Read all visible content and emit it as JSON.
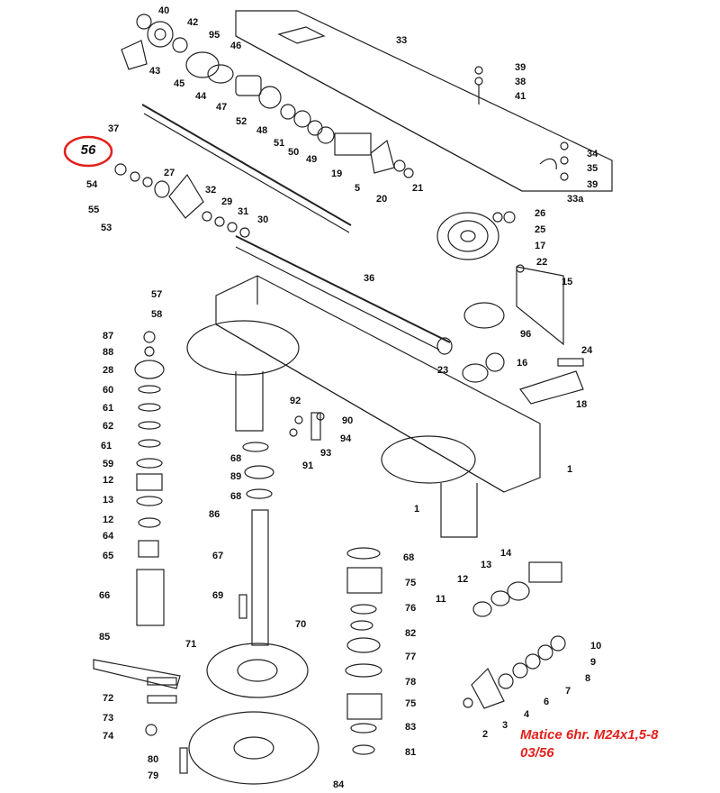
{
  "highlight": {
    "label": "56",
    "color": "#e3211c"
  },
  "caption": {
    "line1": "Matice 6hr. M24x1,5-8",
    "line2": "03/56",
    "color": "#e3211c"
  },
  "part_numbers": [
    {
      "id": "p40",
      "n": "40"
    },
    {
      "id": "p42",
      "n": "42"
    },
    {
      "id": "p95",
      "n": "95"
    },
    {
      "id": "p46",
      "n": "46"
    },
    {
      "id": "p43",
      "n": "43"
    },
    {
      "id": "p45",
      "n": "45"
    },
    {
      "id": "p44",
      "n": "44"
    },
    {
      "id": "p47",
      "n": "47"
    },
    {
      "id": "p52",
      "n": "52"
    },
    {
      "id": "p48",
      "n": "48"
    },
    {
      "id": "p51",
      "n": "51"
    },
    {
      "id": "p50",
      "n": "50"
    },
    {
      "id": "p49",
      "n": "49"
    },
    {
      "id": "p33",
      "n": "33"
    },
    {
      "id": "p39a",
      "n": "39"
    },
    {
      "id": "p38",
      "n": "38"
    },
    {
      "id": "p41",
      "n": "41"
    },
    {
      "id": "p37",
      "n": "37"
    },
    {
      "id": "p19",
      "n": "19"
    },
    {
      "id": "p5",
      "n": "5"
    },
    {
      "id": "p20",
      "n": "20"
    },
    {
      "id": "p21",
      "n": "21"
    },
    {
      "id": "p34",
      "n": "34"
    },
    {
      "id": "p35",
      "n": "35"
    },
    {
      "id": "p39b",
      "n": "39"
    },
    {
      "id": "p33a",
      "n": "33a"
    },
    {
      "id": "p54",
      "n": "54"
    },
    {
      "id": "p27",
      "n": "27"
    },
    {
      "id": "p32",
      "n": "32"
    },
    {
      "id": "p29",
      "n": "29"
    },
    {
      "id": "p31",
      "n": "31"
    },
    {
      "id": "p30",
      "n": "30"
    },
    {
      "id": "p55",
      "n": "55"
    },
    {
      "id": "p53",
      "n": "53"
    },
    {
      "id": "p26",
      "n": "26"
    },
    {
      "id": "p25",
      "n": "25"
    },
    {
      "id": "p17",
      "n": "17"
    },
    {
      "id": "p22",
      "n": "22"
    },
    {
      "id": "p15",
      "n": "15"
    },
    {
      "id": "p36",
      "n": "36"
    },
    {
      "id": "p57",
      "n": "57"
    },
    {
      "id": "p58",
      "n": "58"
    },
    {
      "id": "p96",
      "n": "96"
    },
    {
      "id": "p24",
      "n": "24"
    },
    {
      "id": "p16",
      "n": "16"
    },
    {
      "id": "p23",
      "n": "23"
    },
    {
      "id": "p18",
      "n": "18"
    },
    {
      "id": "p87",
      "n": "87"
    },
    {
      "id": "p88",
      "n": "88"
    },
    {
      "id": "p28",
      "n": "28"
    },
    {
      "id": "p60",
      "n": "60"
    },
    {
      "id": "p61a",
      "n": "61"
    },
    {
      "id": "p62",
      "n": "62"
    },
    {
      "id": "p61b",
      "n": "61"
    },
    {
      "id": "p59",
      "n": "59"
    },
    {
      "id": "p12a",
      "n": "12"
    },
    {
      "id": "p13a",
      "n": "13"
    },
    {
      "id": "p12b",
      "n": "12"
    },
    {
      "id": "p64",
      "n": "64"
    },
    {
      "id": "p65",
      "n": "65"
    },
    {
      "id": "p66",
      "n": "66"
    },
    {
      "id": "p92",
      "n": "92"
    },
    {
      "id": "p90",
      "n": "90"
    },
    {
      "id": "p94",
      "n": "94"
    },
    {
      "id": "p93",
      "n": "93"
    },
    {
      "id": "p91",
      "n": "91"
    },
    {
      "id": "p68a",
      "n": "68"
    },
    {
      "id": "p89",
      "n": "89"
    },
    {
      "id": "p68b",
      "n": "68"
    },
    {
      "id": "p86",
      "n": "86"
    },
    {
      "id": "p1a",
      "n": "1"
    },
    {
      "id": "p1b",
      "n": "1"
    },
    {
      "id": "p67",
      "n": "67"
    },
    {
      "id": "p69",
      "n": "69"
    },
    {
      "id": "p70",
      "n": "70"
    },
    {
      "id": "p71",
      "n": "71"
    },
    {
      "id": "p85",
      "n": "85"
    },
    {
      "id": "p72",
      "n": "72"
    },
    {
      "id": "p73",
      "n": "73"
    },
    {
      "id": "p74",
      "n": "74"
    },
    {
      "id": "p80",
      "n": "80"
    },
    {
      "id": "p79",
      "n": "79"
    },
    {
      "id": "p84",
      "n": "84"
    },
    {
      "id": "p68c",
      "n": "68"
    },
    {
      "id": "p75a",
      "n": "75"
    },
    {
      "id": "p76",
      "n": "76"
    },
    {
      "id": "p82",
      "n": "82"
    },
    {
      "id": "p77",
      "n": "77"
    },
    {
      "id": "p78",
      "n": "78"
    },
    {
      "id": "p75b",
      "n": "75"
    },
    {
      "id": "p83",
      "n": "83"
    },
    {
      "id": "p81",
      "n": "81"
    },
    {
      "id": "p14",
      "n": "14"
    },
    {
      "id": "p13b",
      "n": "13"
    },
    {
      "id": "p12c",
      "n": "12"
    },
    {
      "id": "p11",
      "n": "11"
    },
    {
      "id": "p10",
      "n": "10"
    },
    {
      "id": "p9",
      "n": "9"
    },
    {
      "id": "p8",
      "n": "8"
    },
    {
      "id": "p7",
      "n": "7"
    },
    {
      "id": "p6",
      "n": "6"
    },
    {
      "id": "p4",
      "n": "4"
    },
    {
      "id": "p3",
      "n": "3"
    },
    {
      "id": "p2",
      "n": "2"
    }
  ]
}
